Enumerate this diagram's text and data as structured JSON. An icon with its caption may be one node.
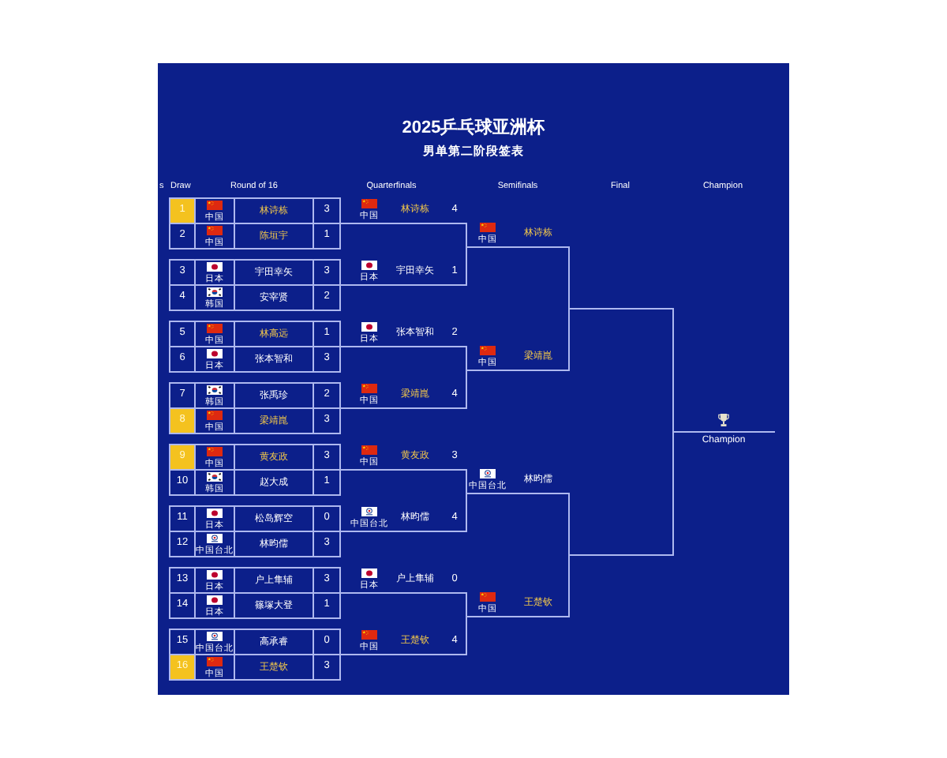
{
  "diagram": {
    "title": "2025乒乓球亚洲杯",
    "nodes": [
      {
        "text": [
          "1",
          "中国",
          "林诗栋",
          "3"
        ]
      },
      {
        "text": [
          "2",
          "中国",
          "陈垣宇",
          "1"
        ]
      },
      {
        "text": [
          "3",
          "日本",
          "宇田幸矢",
          "3"
        ]
      },
      {
        "text": [
          "4",
          "韩国",
          "安宰贤",
          "2"
        ]
      },
      {
        "text": [
          "5",
          "中国",
          "林高远",
          "1"
        ]
      },
      {
        "text": [
          "6",
          "日本",
          "张本智和",
          "3"
        ]
      },
      {
        "text": [
          "7",
          "韩国",
          "张禹珍",
          "2"
        ]
      },
      {
        "text": [
          "8",
          "中国",
          "梁靖崑",
          "3"
        ]
      },
      {
        "text": [
          "9",
          "中国",
          "黄友政",
          "3"
        ]
      },
      {
        "text": [
          "10",
          "韩国",
          "赵大成",
          "1"
        ]
      },
      {
        "text": [
          "11",
          "日本",
          "松岛辉空",
          "0"
        ]
      },
      {
        "text": [
          "12",
          "中国台北",
          "林昀儒",
          "3"
        ]
      },
      {
        "text": [
          "13",
          "日本",
          "户上隼辅",
          "3"
        ]
      },
      {
        "text": [
          "14",
          "日本",
          "篠塚大登",
          "1"
        ]
      },
      {
        "text": [
          "15",
          "中国台北",
          "高承睿",
          "0"
        ]
      },
      {
        "text": [
          "16",
          "中国",
          "王楚钦",
          "3"
        ]
      },
      {
        "text": [
          "中国",
          "林诗栋",
          "4"
        ]
      },
      {
        "text": [
          "日本",
          "宇田幸矢",
          "1"
        ]
      },
      {
        "text": [
          "日本",
          "张本智和",
          "2"
        ]
      },
      {
        "text": [
          "中国",
          "梁靖崑",
          "4"
        ]
      },
      {
        "text": [
          "中国",
          "黄友政",
          "3"
        ]
      },
      {
        "text": [
          "中国台北",
          "林昀儒",
          "4"
        ]
      },
      {
        "text": [
          "日本",
          "户上隼辅",
          "0"
        ]
      },
      {
        "text": [
          "中国",
          "王楚钦",
          "4"
        ]
      },
      {
        "text": [
          "中国",
          "林诗栋"
        ]
      },
      {
        "text": [
          "中国",
          "梁靖崑"
        ]
      },
      {
        "text": [
          "中国台北",
          "林昀儒"
        ]
      },
      {
        "text": [
          "中国",
          "王楚钦"
        ]
      },
      {
        "text": [
          "Champion"
        ]
      }
    ],
    "edges": [
      {
        "from": 0,
        "to": 16,
        "arrow": "none"
      },
      {
        "from": 1,
        "to": 16,
        "arrow": "none"
      },
      {
        "from": 2,
        "to": 17,
        "arrow": "none"
      },
      {
        "from": 3,
        "to": 17,
        "arrow": "none"
      },
      {
        "from": 4,
        "to": 18,
        "arrow": "none"
      },
      {
        "from": 5,
        "to": 18,
        "arrow": "none"
      },
      {
        "from": 6,
        "to": 19,
        "arrow": "none"
      },
      {
        "from": 7,
        "to": 19,
        "arrow": "none"
      },
      {
        "from": 8,
        "to": 20,
        "arrow": "none"
      },
      {
        "from": 9,
        "to": 20,
        "arrow": "none"
      },
      {
        "from": 10,
        "to": 21,
        "arrow": "none"
      },
      {
        "from": 11,
        "to": 21,
        "arrow": "none"
      },
      {
        "from": 12,
        "to": 22,
        "arrow": "none"
      },
      {
        "from": 13,
        "to": 22,
        "arrow": "none"
      },
      {
        "from": 14,
        "to": 23,
        "arrow": "none"
      },
      {
        "from": 15,
        "to": 23,
        "arrow": "none"
      },
      {
        "from": 16,
        "to": 24,
        "arrow": "none"
      },
      {
        "from": 17,
        "to": 24,
        "arrow": "none"
      },
      {
        "from": 18,
        "to": 25,
        "arrow": "none"
      },
      {
        "from": 19,
        "to": 25,
        "arrow": "none"
      },
      {
        "from": 20,
        "to": 26,
        "arrow": "none"
      },
      {
        "from": 21,
        "to": 26,
        "arrow": "none"
      },
      {
        "from": 22,
        "to": 27,
        "arrow": "none"
      },
      {
        "from": 23,
        "to": 27,
        "arrow": "none"
      },
      {
        "from": 24,
        "to": 28,
        "arrow": "none"
      },
      {
        "from": 25,
        "to": 28,
        "arrow": "none"
      },
      {
        "from": 26,
        "to": 28,
        "arrow": "none"
      },
      {
        "from": 27,
        "to": 28,
        "arrow": "none"
      }
    ],
    "labels": [
      "男单第二阶段签表",
      "s",
      "Draw",
      "Round of 16",
      "Quarterfinals",
      "Semifinals",
      "Final",
      "Champion"
    ]
  }
}
